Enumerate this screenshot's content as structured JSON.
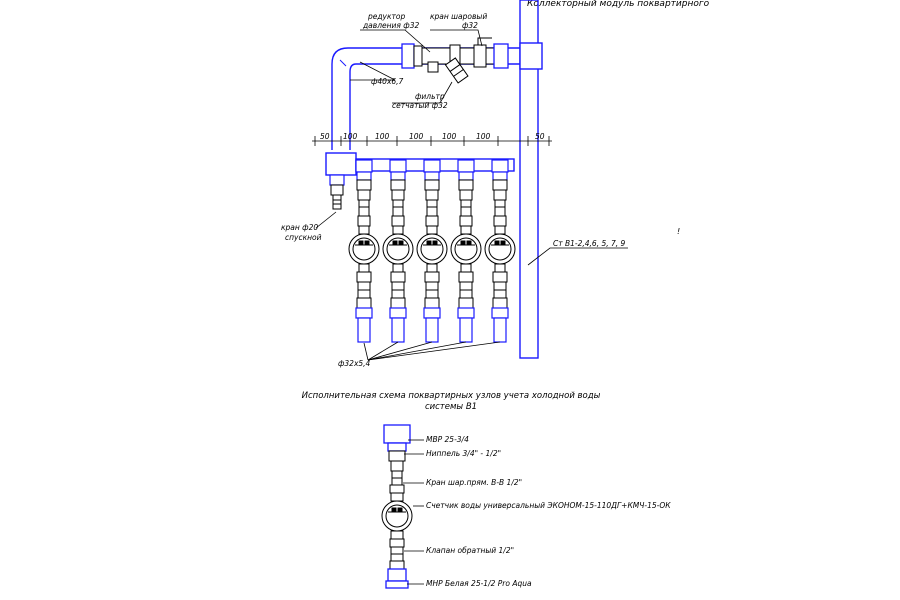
{
  "header": {
    "title": "Коллекторный модуль поквартирного"
  },
  "upper_scheme": {
    "labels": {
      "reducer": "редуктор",
      "reducer_size": "давления ф32",
      "ball_valve": "кран шаровый",
      "ball_valve_size": "ф32",
      "pipe_40": "ф40х6,7",
      "filter": "фильтр",
      "filter_type": "сетчатый ф32",
      "drain_valve": "кран ф20",
      "drain_valve_type": "спускной",
      "riser": "Ст В1-2,4,6, 5, 7, 9",
      "outlet_pipes": "ф32х5,4",
      "side_mark": "!"
    },
    "dimensions": [
      "50",
      "100",
      "100",
      "100",
      "100",
      "100",
      "50"
    ]
  },
  "lower_scheme": {
    "title_line1": "Исполнительная схема поквартирных узлов учета холодной воды",
    "title_line2": "системы В1",
    "items": [
      "МВР 25-3/4",
      "Ниппель 3/4\" - 1/2\"",
      "Кран шар.прям. В-В 1/2\"",
      "Счетчик воды универсальный ЭКОНОМ-15-110ДГ+КМЧ-15-ОК",
      "Клапан обратный 1/2\"",
      "МНР Белая  25-1/2 Pro Aqua"
    ]
  }
}
